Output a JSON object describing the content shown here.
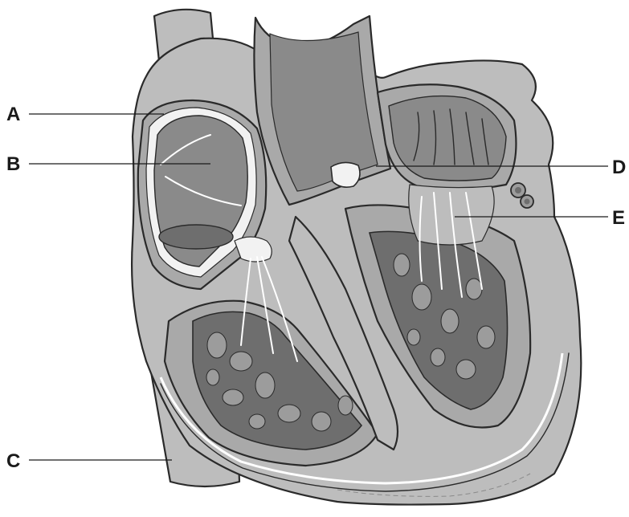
{
  "labels": [
    {
      "id": "A",
      "text": "A"
    },
    {
      "id": "B",
      "text": "B"
    },
    {
      "id": "C",
      "text": "C"
    },
    {
      "id": "D",
      "text": "D"
    },
    {
      "id": "E",
      "text": "E"
    }
  ],
  "colors": {
    "outer_tissue": "#bdbdbd",
    "wall": "#a9a9a9",
    "chamber_dark": "#8a8a8a",
    "chamber_medium": "#9c9c9c",
    "muscle_dark": "#6e6e6e",
    "lining": "#f2f2f2",
    "outline": "#2a2a2a"
  }
}
